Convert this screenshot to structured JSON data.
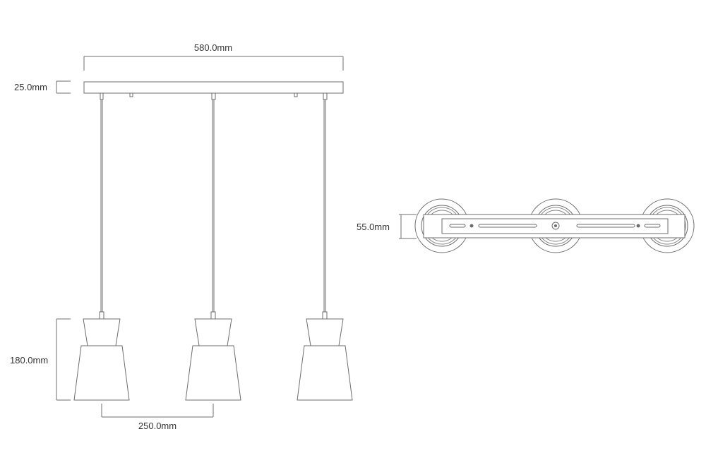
{
  "dimensions": {
    "overall_width": "580.0mm",
    "canopy_height": "25.0mm",
    "shade_height": "180.0mm",
    "shade_spacing": "250.0mm",
    "bracket_width": "55.0mm"
  },
  "colors": {
    "line": "#6d6d6d",
    "text": "#333333",
    "background": "#ffffff"
  }
}
